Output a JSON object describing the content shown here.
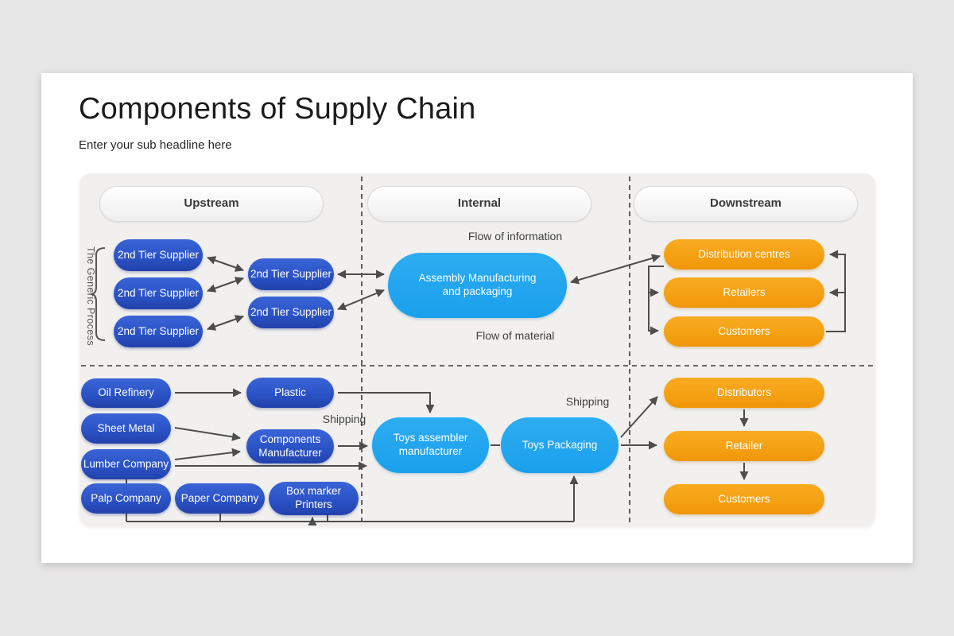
{
  "slide": {
    "title": "Components of Supply Chain",
    "subtitle": "Enter your sub headline here"
  },
  "headers": {
    "upstream": "Upstream",
    "internal": "Internal",
    "downstream": "Downstream"
  },
  "labels": {
    "generic_process": "The Generic Process",
    "flow_information": "Flow of information",
    "flow_material": "Flow of material",
    "shipping_upstream": "Shipping",
    "shipping_internal": "Shipping"
  },
  "nodes": {
    "tier_a1": "2nd Tier Supplier",
    "tier_a2": "2nd Tier Supplier",
    "tier_a3": "2nd Tier Supplier",
    "tier_b1": "2nd Tier Supplier",
    "tier_b2": "2nd Tier Supplier",
    "assembly": "Assembly Manufacturing and packaging",
    "distribution_centres": "Distribution centres",
    "retailers": "Retailers",
    "customers_top": "Customers",
    "oil_refinery": "Oil Refinery",
    "sheet_metal": "Sheet Metal",
    "lumber_company": "Lumber Company",
    "palp_company": "Palp Company",
    "paper_company": "Paper Company",
    "box_marker_printers": "Box marker Printers",
    "plastic": "Plastic",
    "components_manufacturer": "Components Manufacturer",
    "toys_assembler": "Toys assembler manufacturer",
    "toys_packaging": "Toys Packaging",
    "distributors": "Distributors",
    "retailer": "Retailer",
    "customers_bottom": "Customers"
  },
  "colors": {
    "blue": "#2b53c6",
    "cyan": "#1aa0ec",
    "orange": "#f4a013",
    "arrow": "#4d4d4d",
    "panel": "#f1f0ef"
  }
}
